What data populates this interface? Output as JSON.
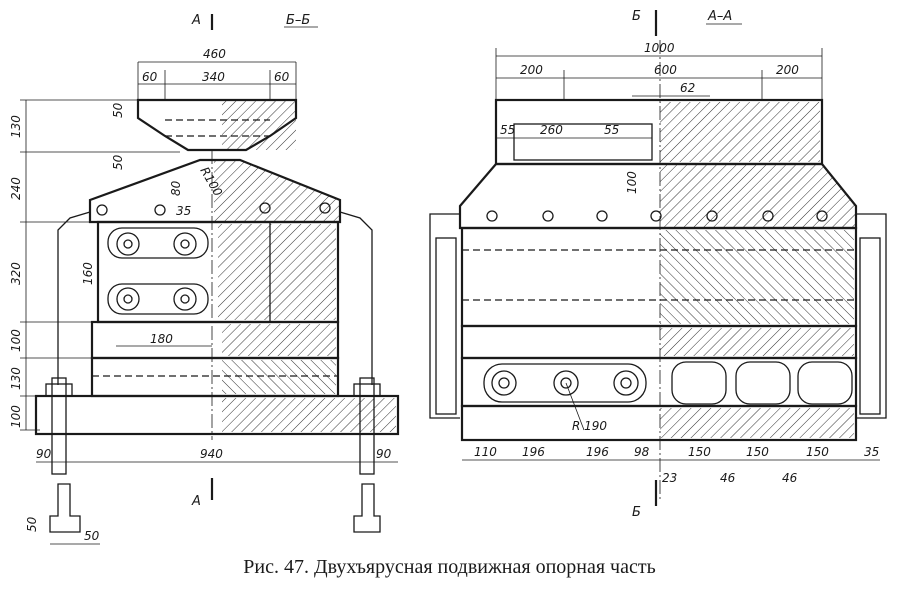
{
  "figure": {
    "caption": "Рис. 47. Двухъярусная подвижная опорная часть"
  },
  "left_view": {
    "section_title": "Б–Б",
    "cut_mark_top": "А",
    "cut_mark_bottom": "А",
    "dims_top": [
      "460",
      "60",
      "340",
      "60"
    ],
    "dims_left": [
      "130",
      "240",
      "320",
      "100",
      "130",
      "100"
    ],
    "dims_inner": [
      "50",
      "50",
      "80",
      "R100",
      "35",
      "160",
      "180"
    ],
    "dims_bottom": [
      "90",
      "940",
      "90"
    ],
    "dims_anchor": [
      "50",
      "50"
    ]
  },
  "right_view": {
    "section_title": "А–А",
    "cut_mark_top": "Б",
    "cut_mark_bottom": "Б",
    "dims_top": [
      "1000",
      "200",
      "600",
      "200",
      "62"
    ],
    "dims_inner": [
      "55",
      "260",
      "55",
      "100",
      "R 190"
    ],
    "dims_bottom": [
      "110",
      "196",
      "196",
      "98",
      "150",
      "150",
      "150",
      "35"
    ],
    "dims_bottom_lower": [
      "23",
      "46",
      "46"
    ]
  }
}
